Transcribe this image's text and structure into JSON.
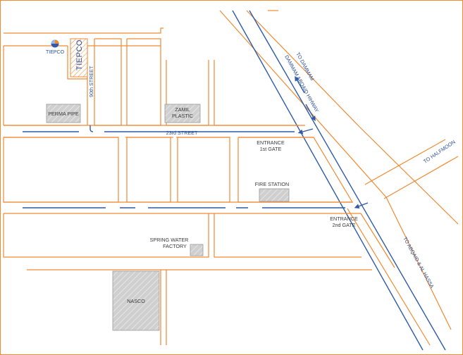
{
  "brand": {
    "logo_text": "TIEPCO",
    "building_text": "TIEPCO"
  },
  "streets": {
    "ninetieth": "90th STREET",
    "twenty_third": "23rd STREET",
    "highway": "DAMMAM ABQAID HIHWAY"
  },
  "directions": {
    "to_dammam": "TO DAMMAM",
    "to_halfmoon": "TO HALFMOON",
    "to_abqaid": "TO ABQAID & AL HASSA"
  },
  "entrances": {
    "first": [
      "ENTRANCE",
      "1st GATE"
    ],
    "second": [
      "ENTRANCE",
      "2nd GATE"
    ]
  },
  "buildings": {
    "perma_pipe": "PERMA PIPE",
    "zamil": [
      "ZAMIL",
      "PLASTIC"
    ],
    "fire_station": "FIRE STATION",
    "spring_water": [
      "SPRING WATER",
      "FACTORY"
    ],
    "nasco": "NASCO"
  },
  "colors": {
    "road": "#f08a33",
    "lane": "#2f5ba8",
    "building": "#cfcfcf",
    "frame": "#f08a33"
  }
}
